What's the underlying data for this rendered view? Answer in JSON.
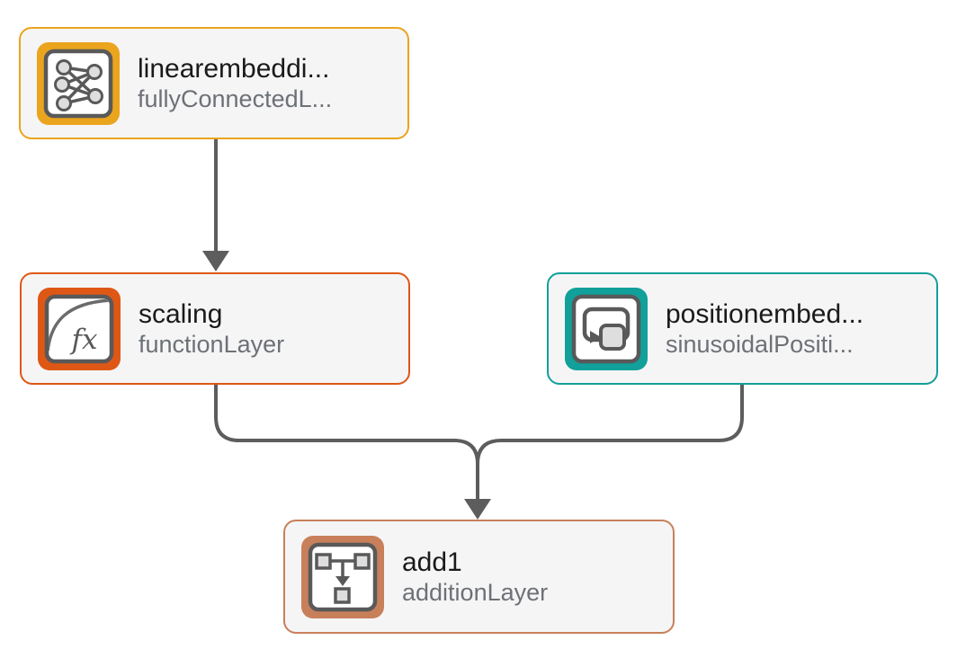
{
  "canvas": {
    "background": "#ffffff",
    "palette": {
      "node_background": "#f5f5f6",
      "title_color": "#1a1a1a",
      "subtitle_color": "#6d7176",
      "edge_color": "#5d5d5d",
      "icon_stroke": "#595959",
      "icon_shape_fill": "#dedede",
      "icon_inner_background": "#ffffff"
    }
  },
  "nodes": [
    {
      "id": "linearembedding",
      "title": "linearembeddi...",
      "subtitle": "fullyConnectedL...",
      "icon": "fully-connected-layer-icon",
      "accent": "#EBA41E"
    },
    {
      "id": "scaling",
      "title": "scaling",
      "subtitle": "functionLayer",
      "icon": "function-layer-icon",
      "icon_text": "fx",
      "accent": "#DE5715"
    },
    {
      "id": "positionembedding",
      "title": "positionembed...",
      "subtitle": "sinusoidalPositi...",
      "icon": "position-encoding-layer-icon",
      "accent": "#11A09A"
    },
    {
      "id": "add1",
      "title": "add1",
      "subtitle": "additionLayer",
      "icon": "addition-layer-icon",
      "accent": "#C8805A"
    }
  ],
  "connections": [
    {
      "from": "linearembedding",
      "to": "scaling"
    },
    {
      "from": "scaling",
      "to": "add1"
    },
    {
      "from": "positionembedding",
      "to": "add1"
    }
  ]
}
